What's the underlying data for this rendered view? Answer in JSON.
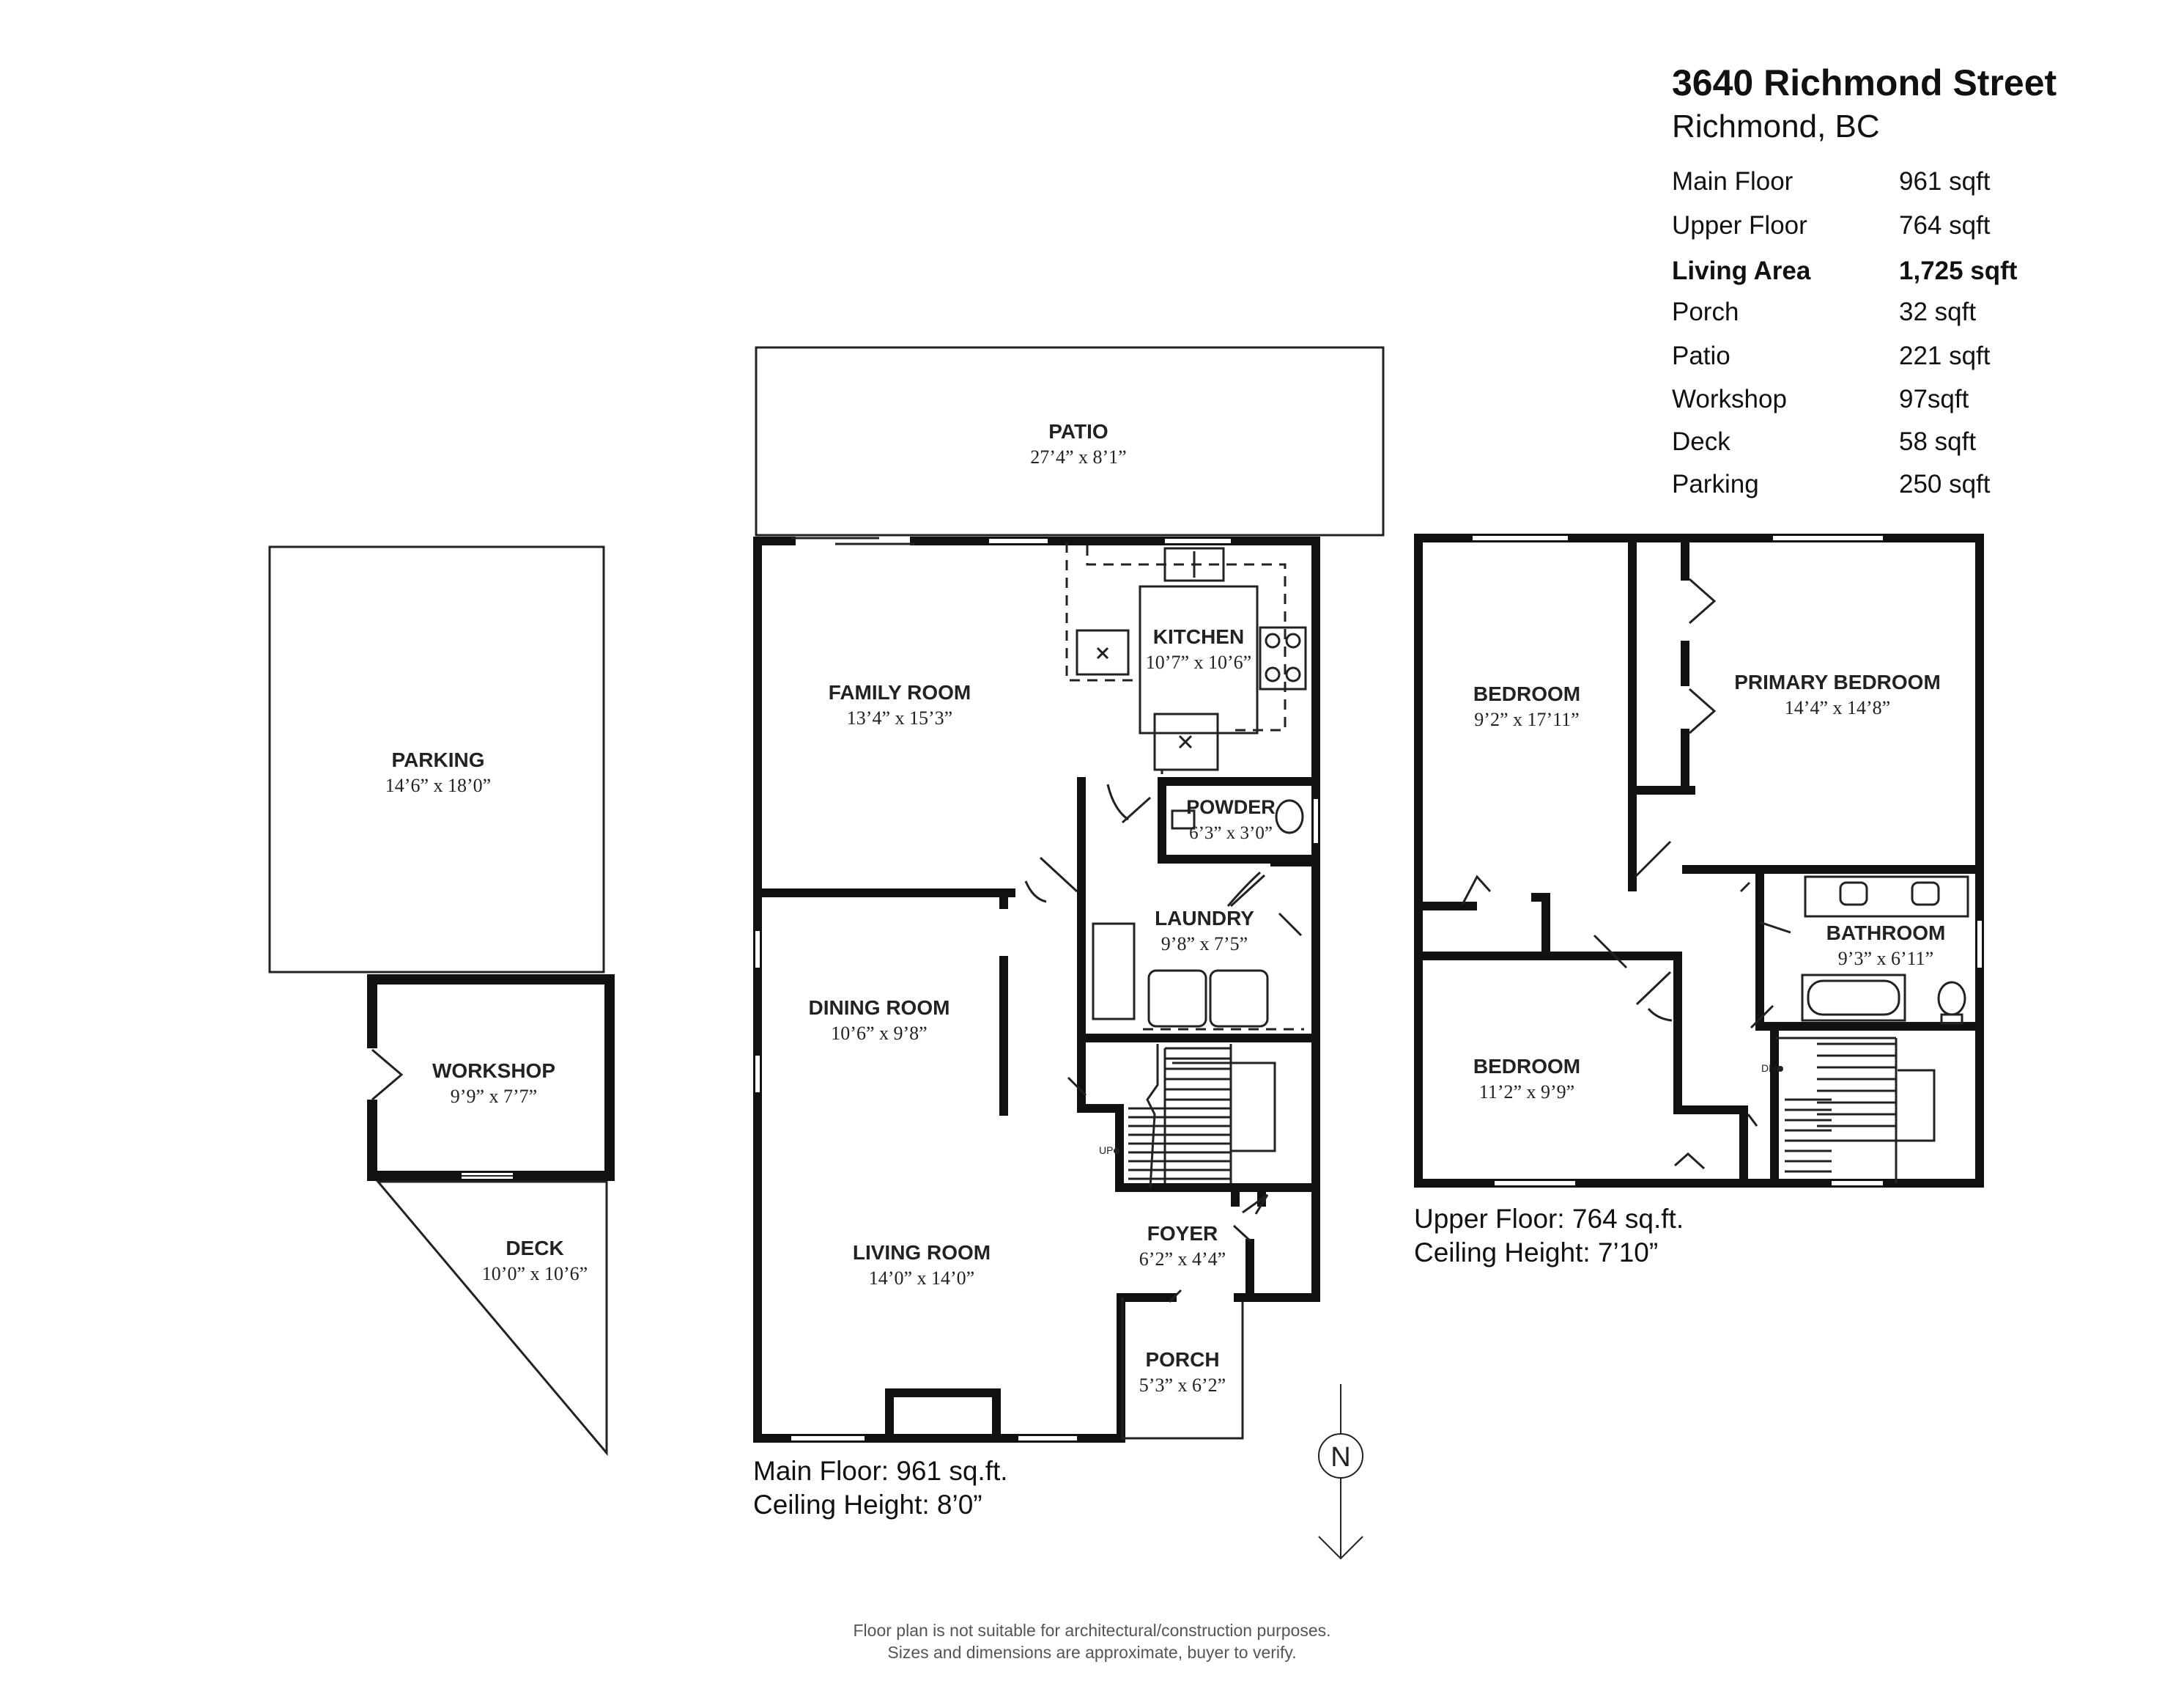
{
  "header": {
    "address": "3640 Richmond Street",
    "city": "Richmond, BC"
  },
  "areas": [
    {
      "label": "Main Floor",
      "value": "961 sqft",
      "bold": false
    },
    {
      "label": "Upper Floor",
      "value": "764 sqft",
      "bold": false
    },
    {
      "label": "Living Area",
      "value": "1,725 sqft",
      "bold": true
    },
    {
      "label": "Porch",
      "value": "32 sqft",
      "bold": false
    },
    {
      "label": "Patio",
      "value": "221 sqft",
      "bold": false
    },
    {
      "label": "Workshop",
      "value": "97sqft",
      "bold": false
    },
    {
      "label": "Deck",
      "value": "58 sqft",
      "bold": false
    },
    {
      "label": "Parking",
      "value": "250 sqft",
      "bold": false
    }
  ],
  "rooms": {
    "patio": {
      "name": "PATIO",
      "dim": "27’4” x 8’1”"
    },
    "parking": {
      "name": "PARKING",
      "dim": "14’6” x 18’0”"
    },
    "workshop": {
      "name": "WORKSHOP",
      "dim": "9’9” x 7’7”"
    },
    "deck": {
      "name": "DECK",
      "dim": "10’0” x 10’6”"
    },
    "family": {
      "name": "FAMILY ROOM",
      "dim": "13’4” x 15’3”"
    },
    "kitchen": {
      "name": "KITCHEN",
      "dim": "10’7” x 10’6”"
    },
    "powder": {
      "name": "POWDER",
      "dim": "6’3” x 3’0”"
    },
    "laundry": {
      "name": "LAUNDRY",
      "dim": "9’8” x 7’5”"
    },
    "dining": {
      "name": "DINING ROOM",
      "dim": "10’6” x 9’8”"
    },
    "living": {
      "name": "LIVING ROOM",
      "dim": "14’0” x 14’0”"
    },
    "foyer": {
      "name": "FOYER",
      "dim": "6’2” x 4’4”"
    },
    "porch": {
      "name": "PORCH",
      "dim": "5’3” x 6’2”"
    },
    "bedroom1": {
      "name": "BEDROOM",
      "dim": "9’2” x 17’11”"
    },
    "primary": {
      "name": "PRIMARY BEDROOM",
      "dim": "14’4” x 14’8”"
    },
    "bathroom": {
      "name": "BATHROOM",
      "dim": "9’3” x 6’11”"
    },
    "bedroom2": {
      "name": "BEDROOM",
      "dim": "11’2” x 9’9”"
    }
  },
  "stairs": {
    "up": "UP",
    "down": "DN"
  },
  "compass": {
    "letter": "N"
  },
  "main_floor": {
    "area": "Main Floor: 961 sq.ft.",
    "ceiling": "Ceiling Height: 8’0”"
  },
  "upper_floor": {
    "area": "Upper Floor: 764 sq.ft.",
    "ceiling": "Ceiling Height: 7’10”"
  },
  "disclaimer": {
    "line1": "Floor plan is not suitable for architectural/construction purposes.",
    "line2": "Sizes and dimensions are approximate, buyer to verify."
  }
}
